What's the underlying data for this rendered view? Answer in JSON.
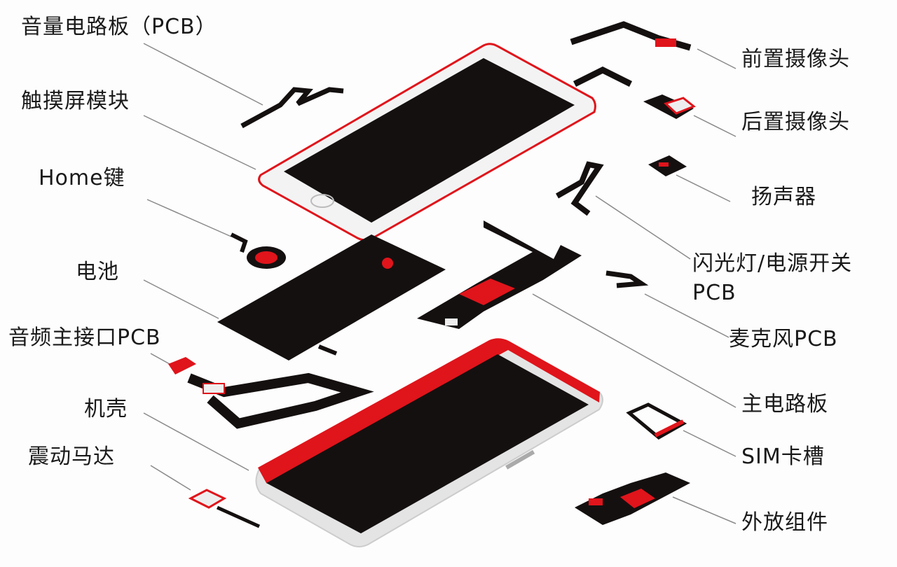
{
  "colors": {
    "red": "#e0141b",
    "black": "#151010",
    "line": "#8a8a8a",
    "silver": "#e4e4e4"
  },
  "labels_left": [
    "音量电路板（PCB）",
    "触摸屏模块",
    "Home键",
    "电池",
    "音频主接口PCB",
    "机壳",
    "震动马达"
  ],
  "labels_right": [
    "前置摄像头",
    "后置摄像头",
    "扬声器",
    "闪光灯/电源开关",
    "PCB",
    "麦克风PCB",
    "主电路板",
    "SIM卡槽",
    "外放组件"
  ]
}
